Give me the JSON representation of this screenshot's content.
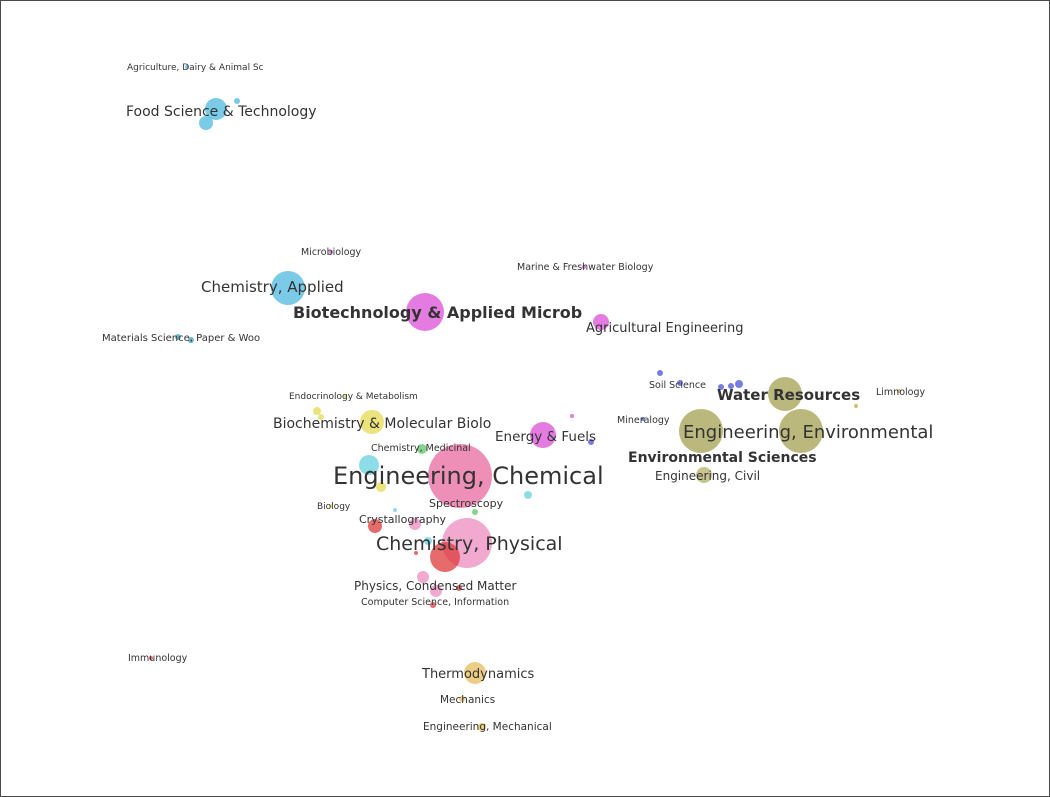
{
  "map": {
    "labels": [
      {
        "id": "agri-dairy",
        "text": "Agriculture, Dairy & Animal Sc"
      },
      {
        "id": "food-sci",
        "text": "Food Science & Technology"
      },
      {
        "id": "microbiology",
        "text": "Microbiology"
      },
      {
        "id": "marine-fw",
        "text": "Marine & Freshwater Biology"
      },
      {
        "id": "chem-applied",
        "text": "Chemistry, Applied"
      },
      {
        "id": "biotech",
        "text": "Biotechnology & Applied Microb"
      },
      {
        "id": "agri-eng",
        "text": "Agricultural Engineering"
      },
      {
        "id": "materials-paper",
        "text": "Materials Science, Paper & Woo"
      },
      {
        "id": "soil",
        "text": "Soil Science"
      },
      {
        "id": "water",
        "text": "Water Resources"
      },
      {
        "id": "limnology",
        "text": "Limnology"
      },
      {
        "id": "endocrin",
        "text": "Endocrinology & Metabolism"
      },
      {
        "id": "mineralogy",
        "text": "Mineralogy"
      },
      {
        "id": "biochem",
        "text": "Biochemistry & Molecular Biolo"
      },
      {
        "id": "eng-env",
        "text": "Engineering, Environmental"
      },
      {
        "id": "energy",
        "text": "Energy & Fuels"
      },
      {
        "id": "chem-med",
        "text": "Chemistry, Medicinal"
      },
      {
        "id": "env-sci",
        "text": "Environmental Sciences"
      },
      {
        "id": "eng-chem",
        "text": "Engineering, Chemical"
      },
      {
        "id": "eng-civil",
        "text": "Engineering, Civil"
      },
      {
        "id": "spectroscopy",
        "text": "Spectroscopy"
      },
      {
        "id": "biology",
        "text": "Biology"
      },
      {
        "id": "crystallography",
        "text": "Crystallography"
      },
      {
        "id": "chem-phys",
        "text": "Chemistry, Physical"
      },
      {
        "id": "phys-cond",
        "text": "Physics, Condensed Matter"
      },
      {
        "id": "cs-info",
        "text": "Computer Science, Information"
      },
      {
        "id": "immunology",
        "text": "Immunology"
      },
      {
        "id": "thermo",
        "text": "Thermodynamics"
      },
      {
        "id": "mechanics",
        "text": "Mechanics"
      },
      {
        "id": "eng-mech",
        "text": "Engineering, Mechanical"
      }
    ]
  }
}
